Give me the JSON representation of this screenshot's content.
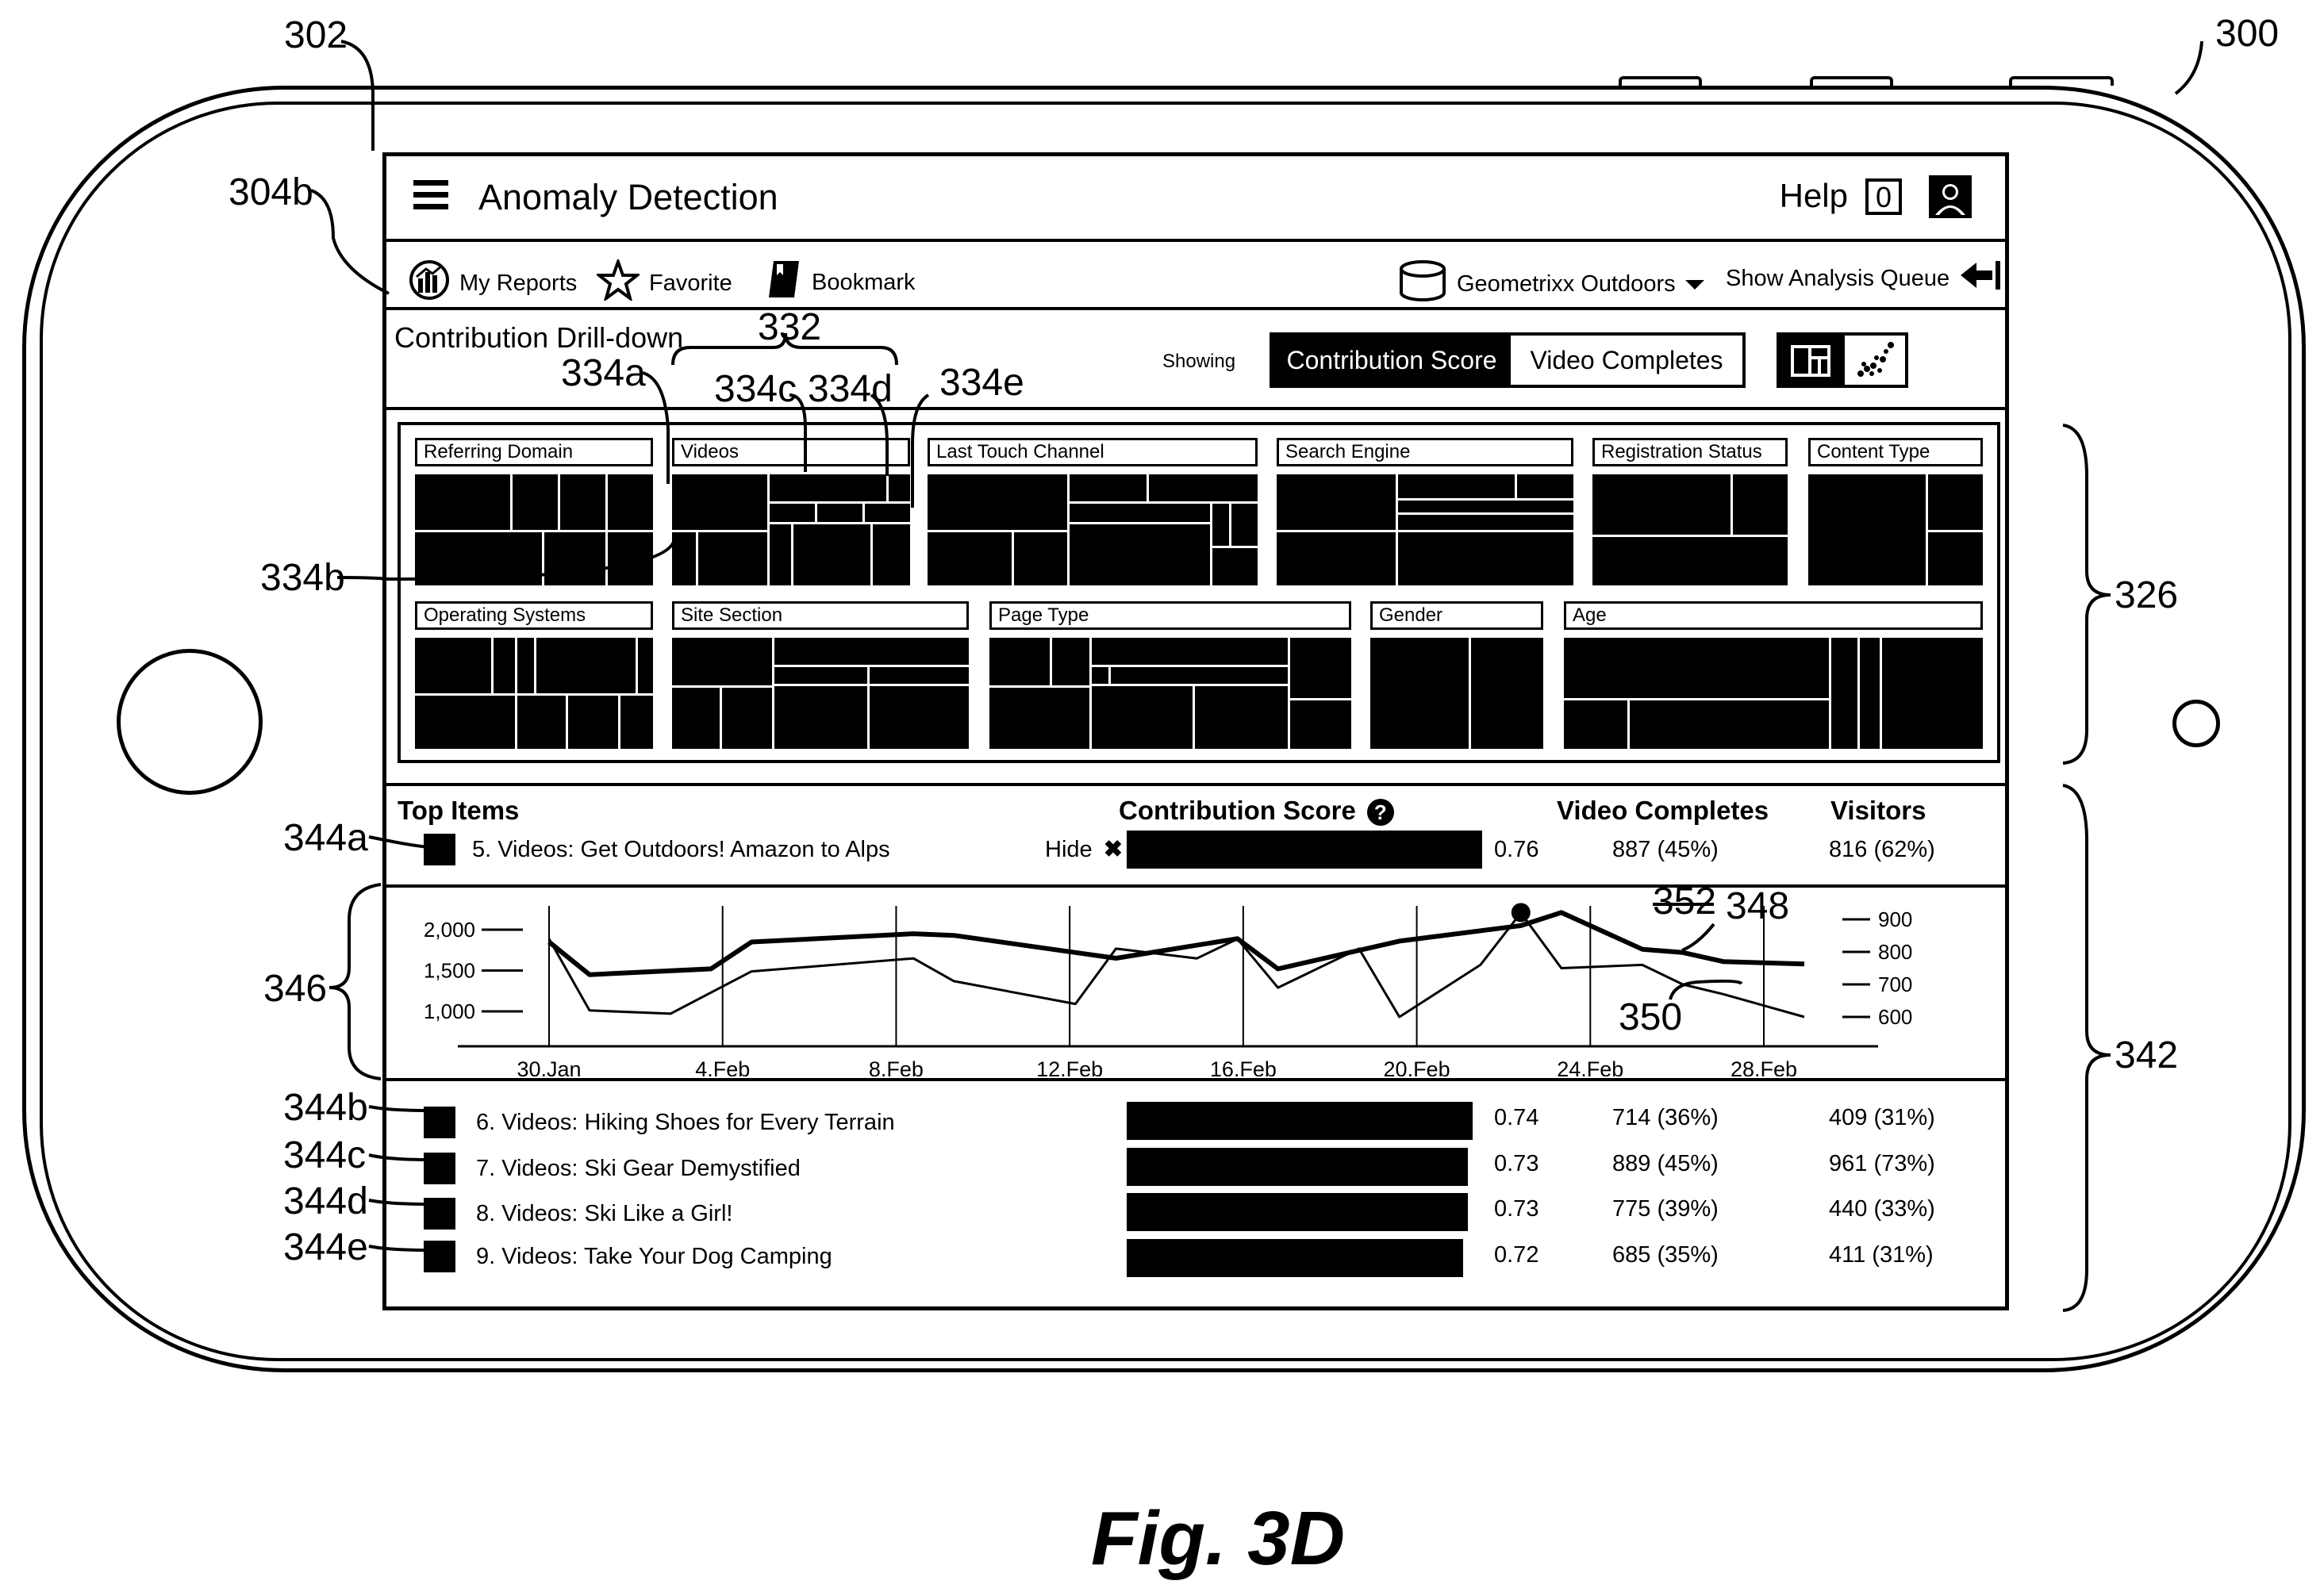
{
  "reference_labels": {
    "r300": "300",
    "r302": "302",
    "r304b": "304b",
    "r332": "332",
    "r334a": "334a",
    "r334b": "334b",
    "r334c": "334c",
    "r334d": "334d",
    "r334e": "334e",
    "r326": "326",
    "r342": "342",
    "r344a": "344a",
    "r344b": "344b",
    "r344c": "344c",
    "r344d": "344d",
    "r344e": "344e",
    "r346": "346",
    "r348": "348",
    "r350": "350",
    "r352": "352"
  },
  "figure_caption": "Fig. 3D",
  "header": {
    "title": "Anomaly Detection",
    "help_label": "Help",
    "notification_count": "0"
  },
  "toolbar": {
    "my_reports": "My Reports",
    "favorite": "Favorite",
    "bookmark": "Bookmark",
    "report_suite": "Geometrixx Outdoors",
    "analysis_queue": "Show Analysis Queue"
  },
  "drilldown": {
    "title": "Contribution Drill-down",
    "showing_label": "Showing",
    "toggle_active": "Contribution Score",
    "toggle_inactive": "Video Completes"
  },
  "treemaps": [
    {
      "label": "Referring Domain"
    },
    {
      "label": "Videos"
    },
    {
      "label": "Last Touch Channel"
    },
    {
      "label": "Search Engine"
    },
    {
      "label": "Registration Status"
    },
    {
      "label": "Content Type"
    },
    {
      "label": "Operating Systems"
    },
    {
      "label": "Site Section"
    },
    {
      "label": "Page Type"
    },
    {
      "label": "Gender"
    },
    {
      "label": "Age"
    }
  ],
  "table": {
    "headers": {
      "items": "Top Items",
      "score": "Contribution Score",
      "video_completes": "Video Completes",
      "visitors": "Visitors"
    },
    "hide_label": "Hide",
    "rows": [
      {
        "name": "5. Videos: Get Outdoors! Amazon to Alps",
        "score": "0.76",
        "score_value": 0.76,
        "completes": "887  (45%)",
        "visitors": "816 (62%)"
      },
      {
        "name": "6. Videos: Hiking Shoes for Every Terrain",
        "score": "0.74",
        "score_value": 0.74,
        "completes": "714 (36%)",
        "visitors": "409 (31%)"
      },
      {
        "name": "7. Videos: Ski Gear Demystified",
        "score": "0.73",
        "score_value": 0.73,
        "completes": "889 (45%)",
        "visitors": "961 (73%)"
      },
      {
        "name": "8. Videos: Ski Like a Girl!",
        "score": "0.73",
        "score_value": 0.73,
        "completes": "775 (39%)",
        "visitors": "440 (33%)"
      },
      {
        "name": "9. Videos: Take Your Dog Camping",
        "score": "0.72",
        "score_value": 0.72,
        "completes": "685 (35%)",
        "visitors": "411 (31%)"
      }
    ]
  },
  "chart_data": {
    "type": "line",
    "x_ticks": [
      "30.Jan",
      "4.Feb",
      "8.Feb",
      "12.Feb",
      "16.Feb",
      "20.Feb",
      "24.Feb",
      "28.Feb"
    ],
    "y_left_ticks": [
      "2,000",
      "1,500",
      "1,000"
    ],
    "y_left_values": [
      2000,
      1500,
      1000
    ],
    "y_right_ticks": [
      "900",
      "800",
      "700",
      "600"
    ],
    "y_right_values": [
      900,
      800,
      700,
      600
    ],
    "grid": "vertical",
    "series": [
      {
        "axis": "left",
        "stroke": "thick",
        "x": [
          "2020-01-30",
          "2020-01-31",
          "2020-02-03",
          "2020-02-04",
          "2020-02-08",
          "2020-02-09",
          "2020-02-12",
          "2020-02-13",
          "2020-02-16",
          "2020-02-17",
          "2020-02-20",
          "2020-02-23",
          "2020-02-24",
          "2020-02-26",
          "2020-02-27",
          "2020-02-28",
          "2020-03-01"
        ],
        "y": [
          1850,
          1450,
          1520,
          1850,
          1950,
          1930,
          1720,
          1650,
          1890,
          1520,
          1860,
          2050,
          2210,
          1760,
          1720,
          1610,
          1580
        ]
      },
      {
        "axis": "right",
        "stroke": "thin",
        "x": [
          "2020-01-30",
          "2020-01-31",
          "2020-02-02",
          "2020-02-04",
          "2020-02-08",
          "2020-02-09",
          "2020-02-12",
          "2020-02-13",
          "2020-02-15",
          "2020-02-16",
          "2020-02-17",
          "2020-02-19",
          "2020-02-20",
          "2020-02-22",
          "2020-02-23",
          "2020-02-24",
          "2020-02-26",
          "2020-02-27",
          "2020-02-28",
          "2020-03-01"
        ],
        "y": [
          840,
          620,
          610,
          740,
          780,
          710,
          640,
          810,
          780,
          840,
          690,
          810,
          600,
          760,
          920,
          750,
          760,
          700,
          670,
          600
        ]
      }
    ],
    "highlight": {
      "x": "2020-02-23",
      "y": 2210,
      "axis": "left"
    }
  }
}
